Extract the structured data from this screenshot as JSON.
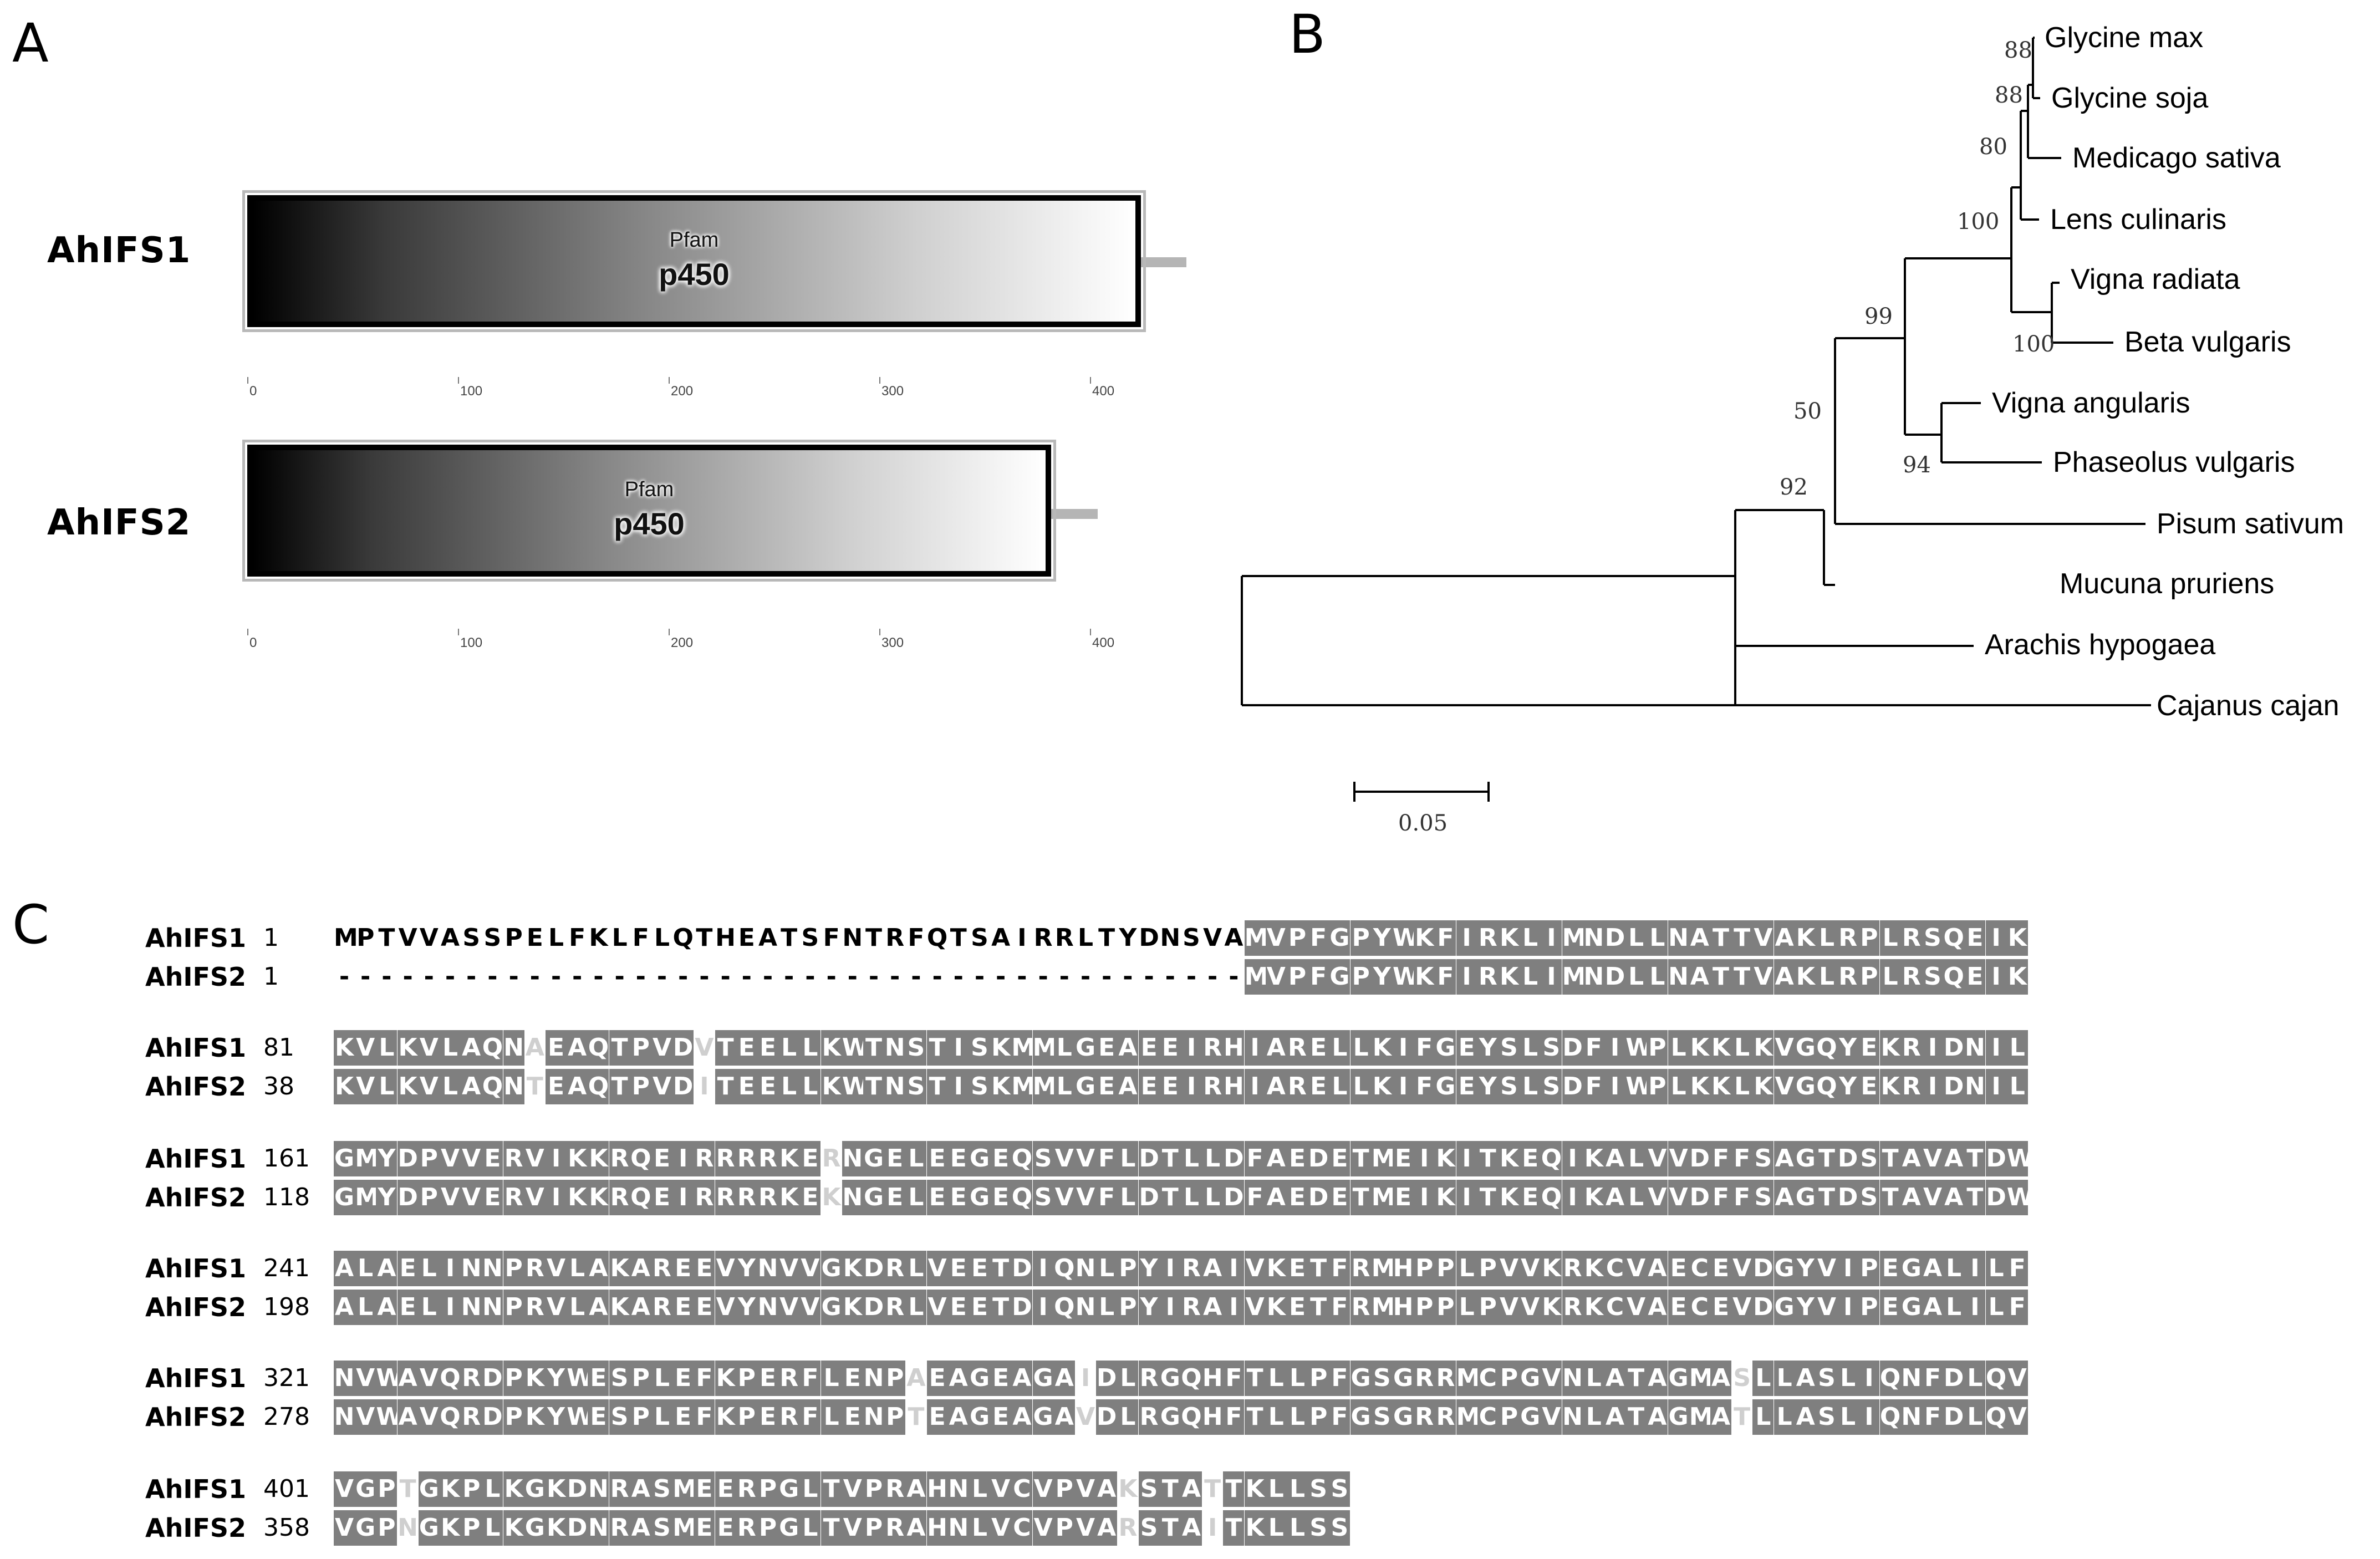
{
  "panels": {
    "a": "A",
    "b": "B",
    "c": "C"
  },
  "domains": [
    {
      "name": "AhIFS1",
      "length": 451,
      "domain_end": 423,
      "source": "Pfam",
      "domain_label": "p450",
      "ruler_ticks": [
        "0",
        "100",
        "200",
        "300",
        "400"
      ]
    },
    {
      "name": "AhIFS2",
      "length": 408,
      "domain_end": 380,
      "source": "Pfam",
      "domain_label": "p450",
      "ruler_ticks": [
        "0",
        "100",
        "200",
        "300",
        "400"
      ]
    }
  ],
  "tree": {
    "taxa": [
      "Glycine max",
      "Glycine soja",
      "Medicago sativa",
      "Lens culinaris",
      "Vigna radiata",
      "Beta vulgaris",
      "Vigna angularis",
      "Phaseolus vulgaris",
      "Pisum sativum",
      "Mucuna pruriens",
      "Arachis hypogaea",
      "Cajanus cajan"
    ],
    "bootstrap": [
      "88",
      "88",
      "80",
      "100",
      "100",
      "99",
      "94",
      "50",
      "92"
    ],
    "scale_label": "0.05"
  },
  "alignment": {
    "names": [
      "AhIFS1",
      "AhIFS2"
    ],
    "blocks": [
      {
        "starts": [
          "1",
          "1"
        ],
        "seq1": "MPTVVASSPELFKLFLQTHEATSFNTRFQTSAIRRLTYDNSVAMVPFGPYWKFIRKLIMNDLLNATTVAKLRPLRSQEIK",
        "seq2": "-------------------------------------------MVPFGPYWKFIRKLIMNDLLNATTVAKLRPLRSQEIK"
      },
      {
        "starts": [
          "81",
          "38"
        ],
        "seq1": "KVLKVLAQNAEAQTPVDVTEELLKWTNSTISKMMLGEAEEIRHIARELLKIFGEYSLSDFIWPLKKLKVGQYEKRIDNIL",
        "seq2": "KVLKVLAQNTEAQTPVDITEELLKWTNSTISKMMLGEAEEIRHIARELLKIFGEYSLSDFIWPLKKLKVGQYEKRIDNIL"
      },
      {
        "starts": [
          "161",
          "118"
        ],
        "seq1": "GMYDPVVERVIKKRQEIRRRRKERNGELEEGEQSVVFLDTLLDFAEDETMEIKITKEQIKALVVDFFSAGTDSTAVATDW",
        "seq2": "GMYDPVVERVIKKRQEIRRRRKEKNGELEEGEQSVVFLDTLLDFAEDETMEIKITKEQIKALVVDFFSAGTDSTAVATDW"
      },
      {
        "starts": [
          "241",
          "198"
        ],
        "seq1": "ALAELINNPRVLAKAREEVYNVVGKDRLVEETDIQNLPYIRAIVKETFRMHPPLPVVKRKCVAECEVDGYVIPEGALILF",
        "seq2": "ALAELINNPRVLAKAREEVYNVVGKDRLVEETDIQNLPYIRAIVKETFRMHPPLPVVKRKCVAECEVDGYVIPEGALILF"
      },
      {
        "starts": [
          "321",
          "278"
        ],
        "seq1": "NVWAVQRDPKYWESPLEFKPERFLENPAEAGEAGAIDLRGQHFTLLPFGSGRRMCPGVNLATAGMASLLASLIQNFDLQV",
        "seq2": "NVWAVQRDPKYWESPLEFKPERFLENPTEAGEAGAVDLRGQHFTLLPFGSGRRMCPGVNLATAGMATLLASLIQNFDLQV"
      },
      {
        "starts": [
          "401",
          "358"
        ],
        "seq1": "VGPTGKPLKGKDNRASMEERPGLTVPRAHNLVCVPVAKSTATTKLLSS",
        "seq2": "VGPNGKPLKGKDNRASMEERPGLTVPRAHNLVCVPVARSTAITKLLSS"
      }
    ]
  }
}
